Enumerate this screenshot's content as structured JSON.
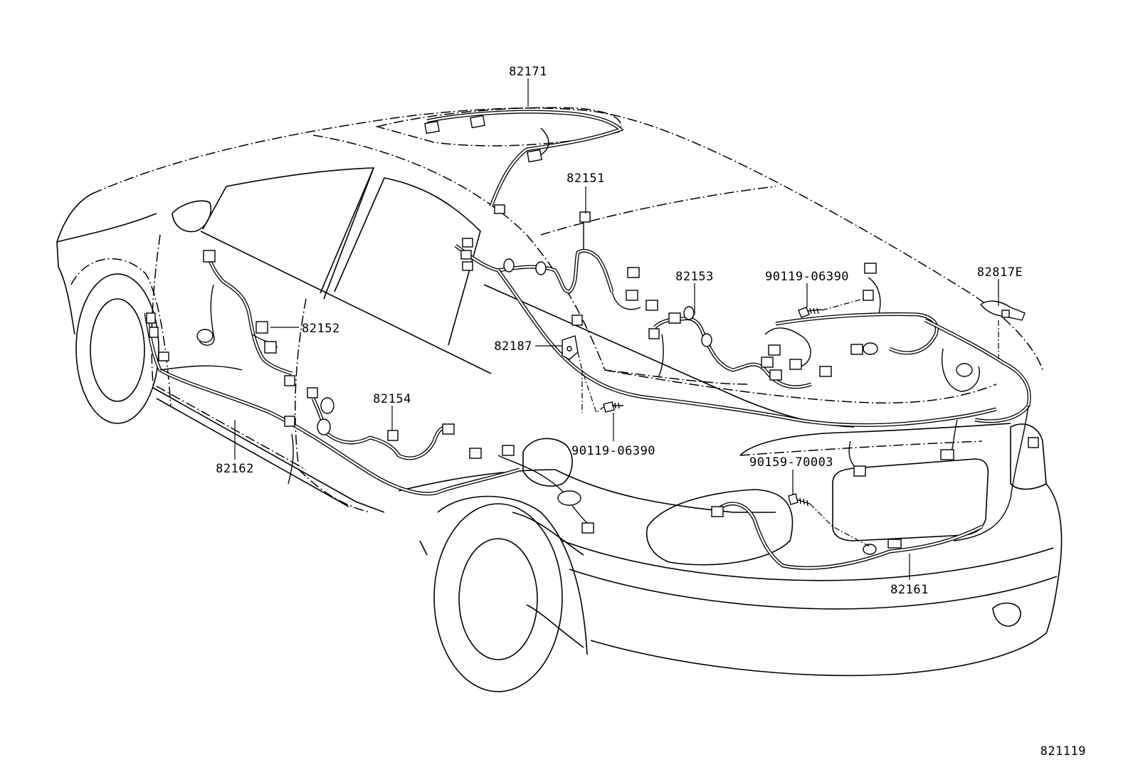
{
  "diagram": {
    "part_labels": {
      "p82171": "82171",
      "p82151": "82151",
      "p82152": "82152",
      "p82153": "82153",
      "p82154": "82154",
      "p82187": "82187",
      "p82162": "82162",
      "p82161": "82161",
      "p82817E": "82817E",
      "bolt_top": "90119-06390",
      "bolt_mid": "90119-06390",
      "screw": "90159-70003"
    },
    "figure_id": "821119"
  }
}
